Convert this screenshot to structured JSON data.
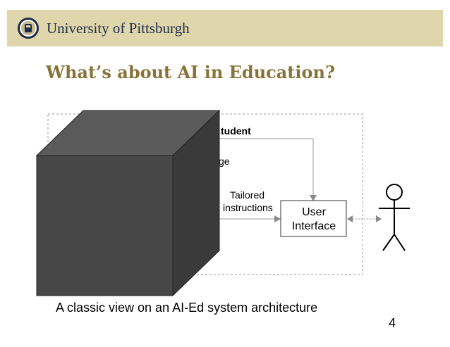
{
  "header": {
    "institution": "University of Pittsburgh"
  },
  "slide": {
    "title": "What’s about AI in Education?",
    "caption": "A classic view on an AI-Ed system architecture",
    "page_number": "4"
  },
  "diagram": {
    "student_model_label": "tudent",
    "knowledge_label": "ge",
    "tailored_line1": "Tailored",
    "tailored_line2": "instructions",
    "ui_line1": "User",
    "ui_line2": "Interface",
    "user_icon": "stick-figure-icon",
    "occluder": "dark-cube"
  },
  "colors": {
    "banner": "#e0d6ab",
    "title": "#877238",
    "cube_front": "#474747",
    "cube_top": "#5a5a5a",
    "cube_side": "#3a3a3a"
  }
}
